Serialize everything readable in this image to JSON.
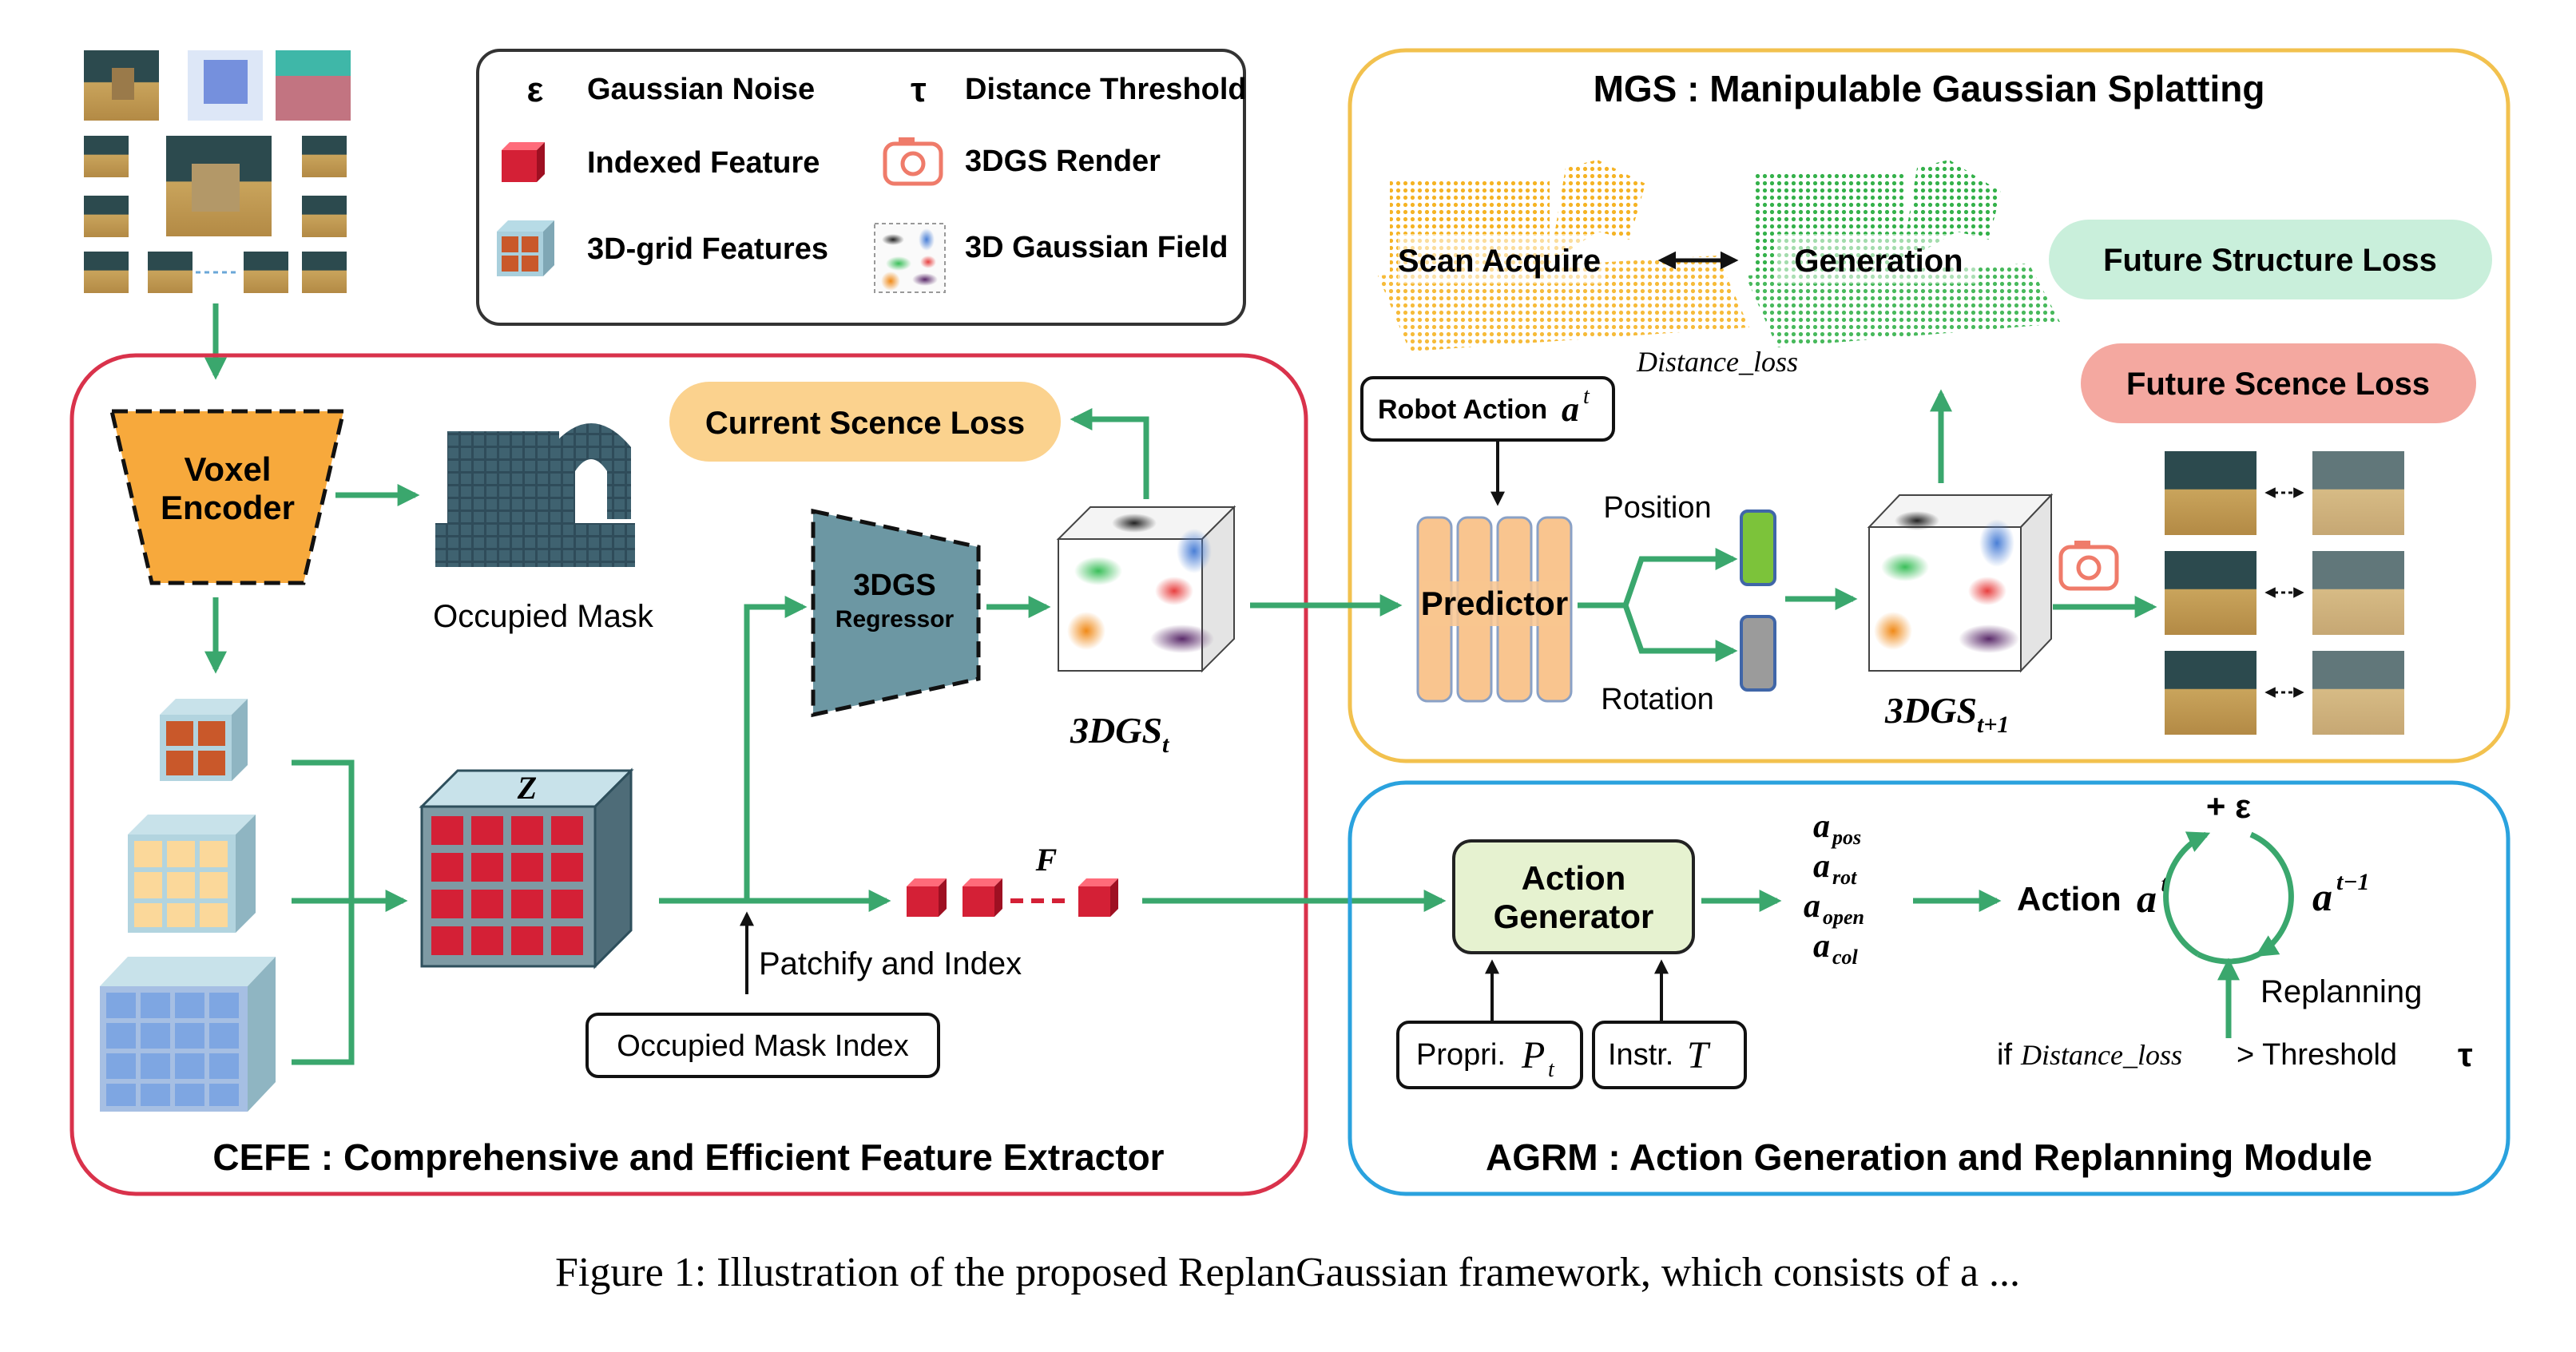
{
  "legend": {
    "noise_symbol": "ε",
    "noise_label": "Gaussian Noise",
    "threshold_symbol": "τ",
    "threshold_label": "Distance Threshold",
    "indexed_feature_label": "Indexed Feature",
    "render_label": "3DGS Render",
    "grid_label": "3D-grid Features",
    "field_label": "3D Gaussian Field"
  },
  "cefe": {
    "title": "CEFE : Comprehensive and Efficient Feature Extractor",
    "voxel_encoder_line1": "Voxel",
    "voxel_encoder_line2": "Encoder",
    "occupied_mask": "Occupied Mask",
    "z_label": "Z",
    "current_loss": "Current Scence Loss",
    "regressor_line1": "3DGS",
    "regressor_line2": "Regressor",
    "gs_t_main": "3DGS",
    "gs_t_sub": "t",
    "f_label": "F",
    "patchify": "Patchify and Index",
    "mask_index": "Occupied Mask Index"
  },
  "mgs": {
    "title": "MGS : Manipulable Gaussian Splatting",
    "scan_acquire": "Scan Acquire",
    "generation": "Generation",
    "future_structure_loss": "Future Structure Loss",
    "future_scene_loss": "Future Scence Loss",
    "distance_loss": "Distance_loss",
    "robot_action_label": "Robot Action",
    "robot_action_sym": "a",
    "robot_action_sup": "t",
    "position": "Position",
    "rotation": "Rotation",
    "predictor": "Predictor",
    "gs_t1_main": "3DGS",
    "gs_t1_sub": "t+1"
  },
  "agrm": {
    "title": "AGRM : Action Generation and Replanning Module",
    "action_gen_line1": "Action",
    "action_gen_line2": "Generator",
    "outputs": [
      {
        "sym": "a",
        "sub": "pos"
      },
      {
        "sym": "a",
        "sub": "rot"
      },
      {
        "sym": "a",
        "sub": "open"
      },
      {
        "sym": "a",
        "sub": "col"
      }
    ],
    "action_label": "Action",
    "action_sym": "a",
    "action_sup": "t",
    "prev_sym": "a",
    "prev_sup": "t−1",
    "noise_label": "+ ε",
    "replanning": "Replanning",
    "condition_if": "if",
    "condition_var": "Distance_loss",
    "condition_rest": "> Threshold",
    "condition_tau": "τ",
    "propri_label": "Propri.",
    "propri_sym": "P",
    "propri_sub": "t",
    "instr_label": "Instr.",
    "instr_sym": "T"
  },
  "caption": "Figure 1: Illustration of the proposed ReplanGaussian framework, which consists of a ...",
  "colors": {
    "cefe_border": "#d9324b",
    "mgs_border": "#f2c14e",
    "agrm_border": "#2aa2de",
    "arrow": "#3aa76d",
    "voxel_encoder": "#f7a93c",
    "predictor": "#f9c58f",
    "regressor": "#6c97a3",
    "indexed_feature": "#d42036",
    "current_loss_bg": "#fbd28e",
    "future_structure_bg": "#c9efdb",
    "future_scene_bg": "#f4a8a0",
    "action_gen_bg": "#e6f2d0",
    "scan_orange": "#f5b324",
    "gen_green": "#34b14a",
    "camera": "#ef7b6a"
  }
}
